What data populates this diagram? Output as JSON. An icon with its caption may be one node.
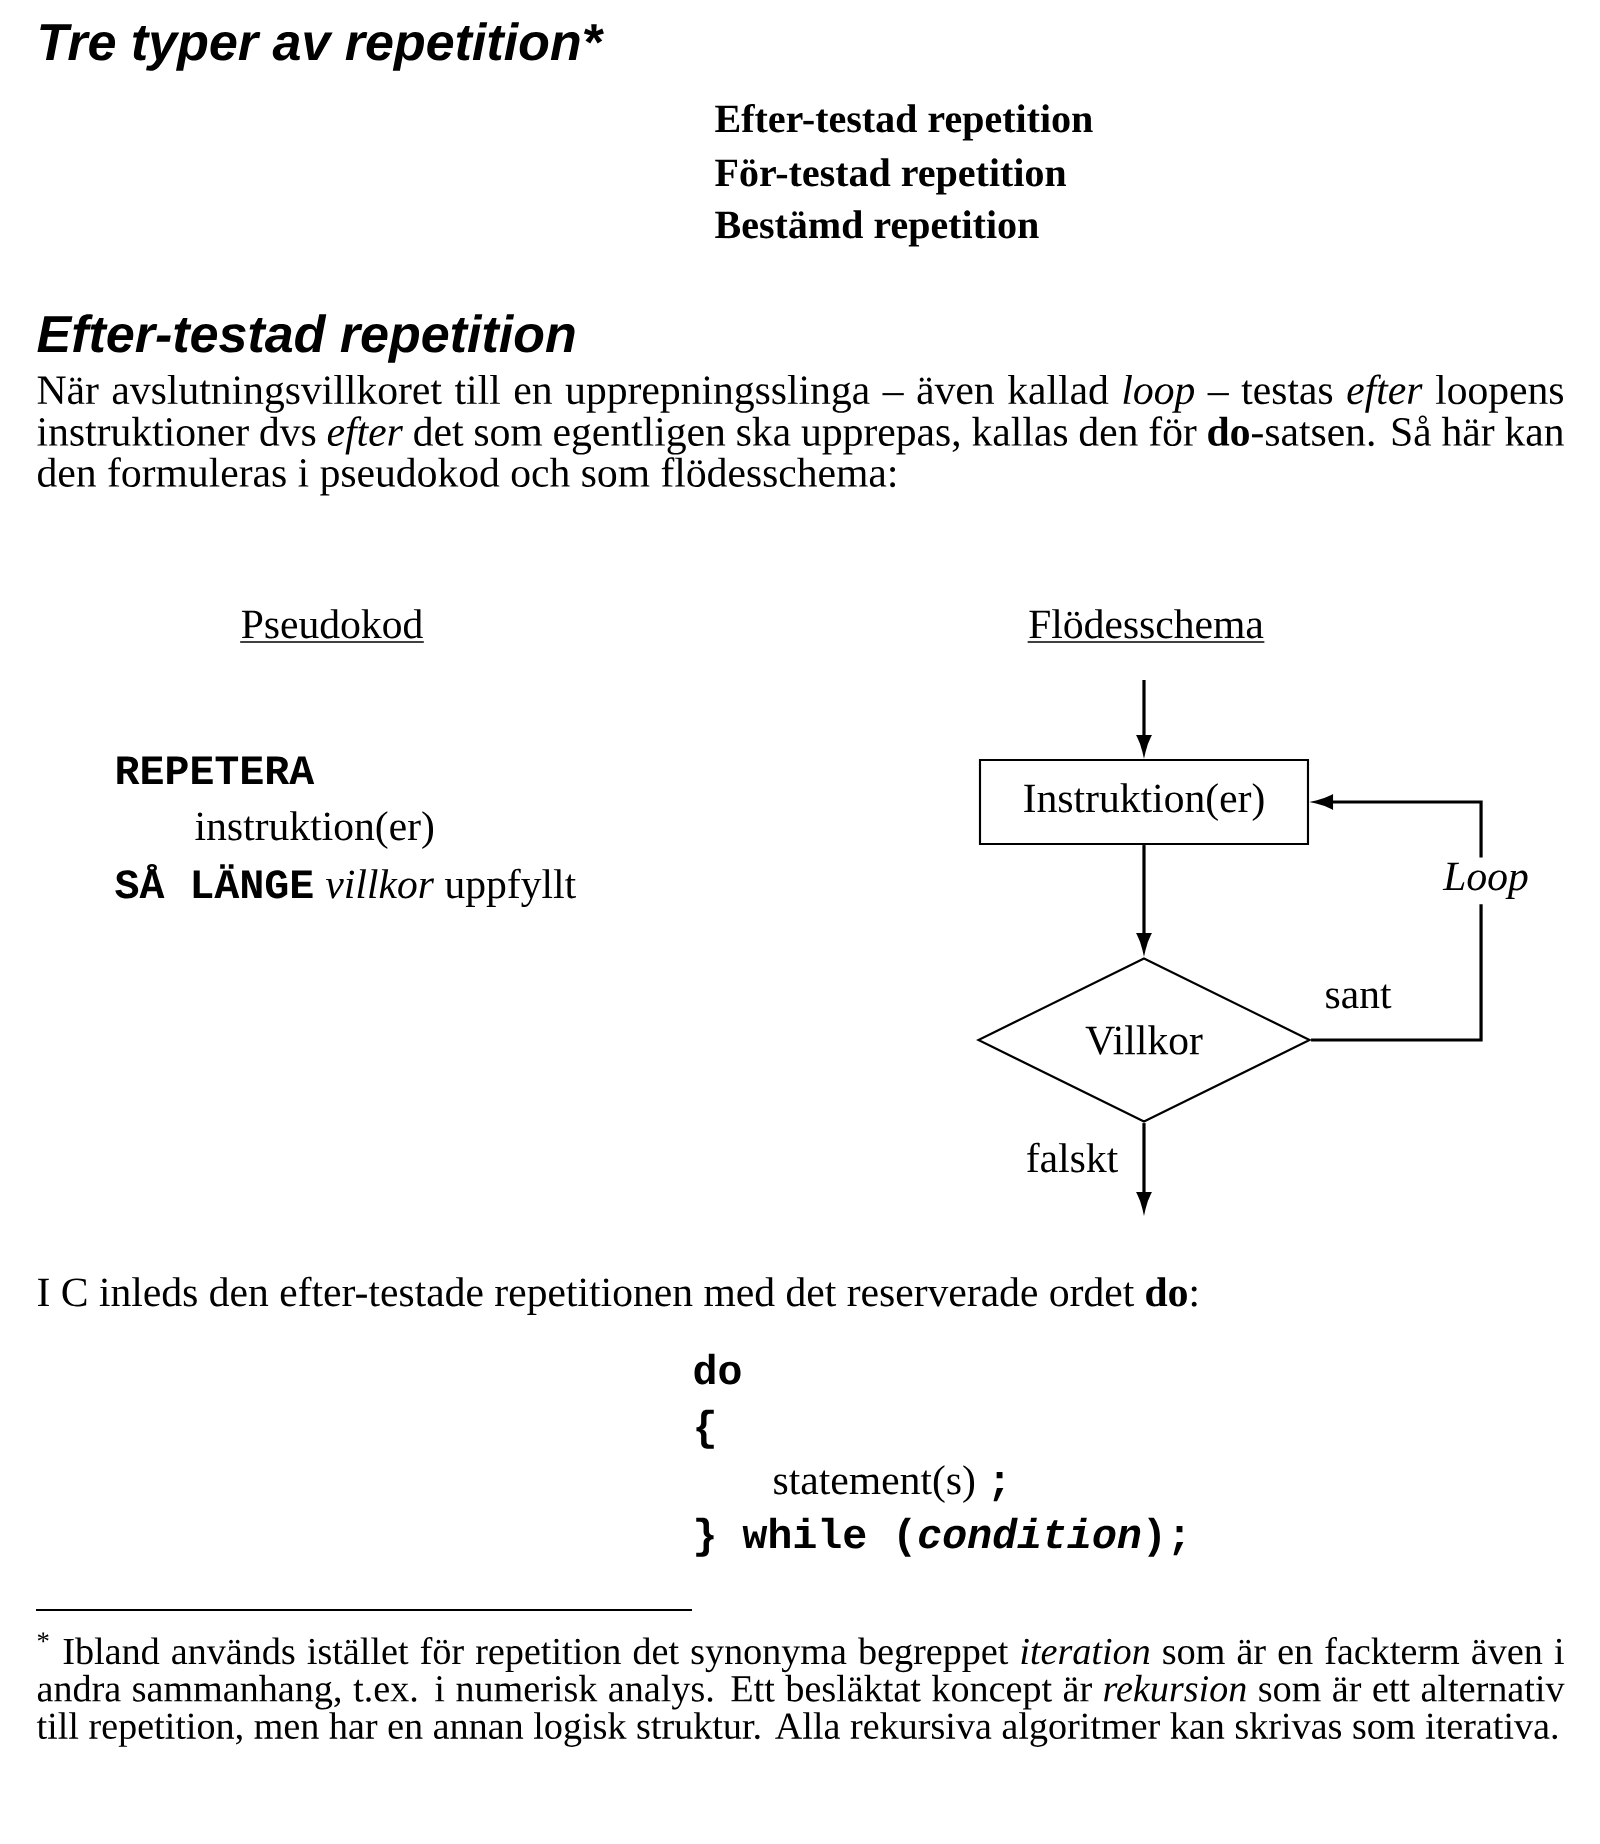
{
  "diagram": {
    "title": "Tre typer av repetition*",
    "nodes": [
      {
        "text": [
          "Instruktion(er)"
        ]
      },
      {
        "text": [
          "Villkor"
        ]
      }
    ],
    "edges": [
      {
        "from": null,
        "to": 0,
        "arrow": "to"
      },
      {
        "from": 0,
        "to": 1,
        "arrow": "to"
      },
      {
        "from": 1,
        "to": 0,
        "arrow": "to",
        "label": "Loop"
      },
      {
        "from": 1,
        "to": null,
        "arrow": "to",
        "label": "falskt"
      }
    ],
    "labels": [
      "Efter-testad repetition",
      "För-testad repetition",
      "Bestämd repetition",
      "Efter-testad repetition",
      "När avslutningsvillkoret till en upprepningsslinga – även kallad *loop* – testas *efter* loopens instruktioner dvs *efter* det som egentligen ska upprepas, kallas den för **do**-satsen. Så här kan den formuleras i pseudokod och som flödesschema:",
      "Pseudokod",
      "Flödesschema",
      "REPETERA",
      "instruktion(er)",
      "SÅ LÄNGE",
      "*villkor* uppfyllt",
      "sant",
      "I C inleds den efter-testade repetitionen med det reserverade ordet **do**:",
      "do",
      "{",
      "statement(s)",
      ";",
      "} while (*condition*);",
      "$^{*}$ Ibland används istället för repetition det synonyma begreppet *iteration* som är en fackterm även i andra sammanhang, t.ex. i numerisk analys. Ett besläktat koncept är *rekursion* som är ett alternativ till repetition, men har en annan logisk struktur. Alla rekursiva algoritmer kan skrivas som iterativa."
    ]
  }
}
